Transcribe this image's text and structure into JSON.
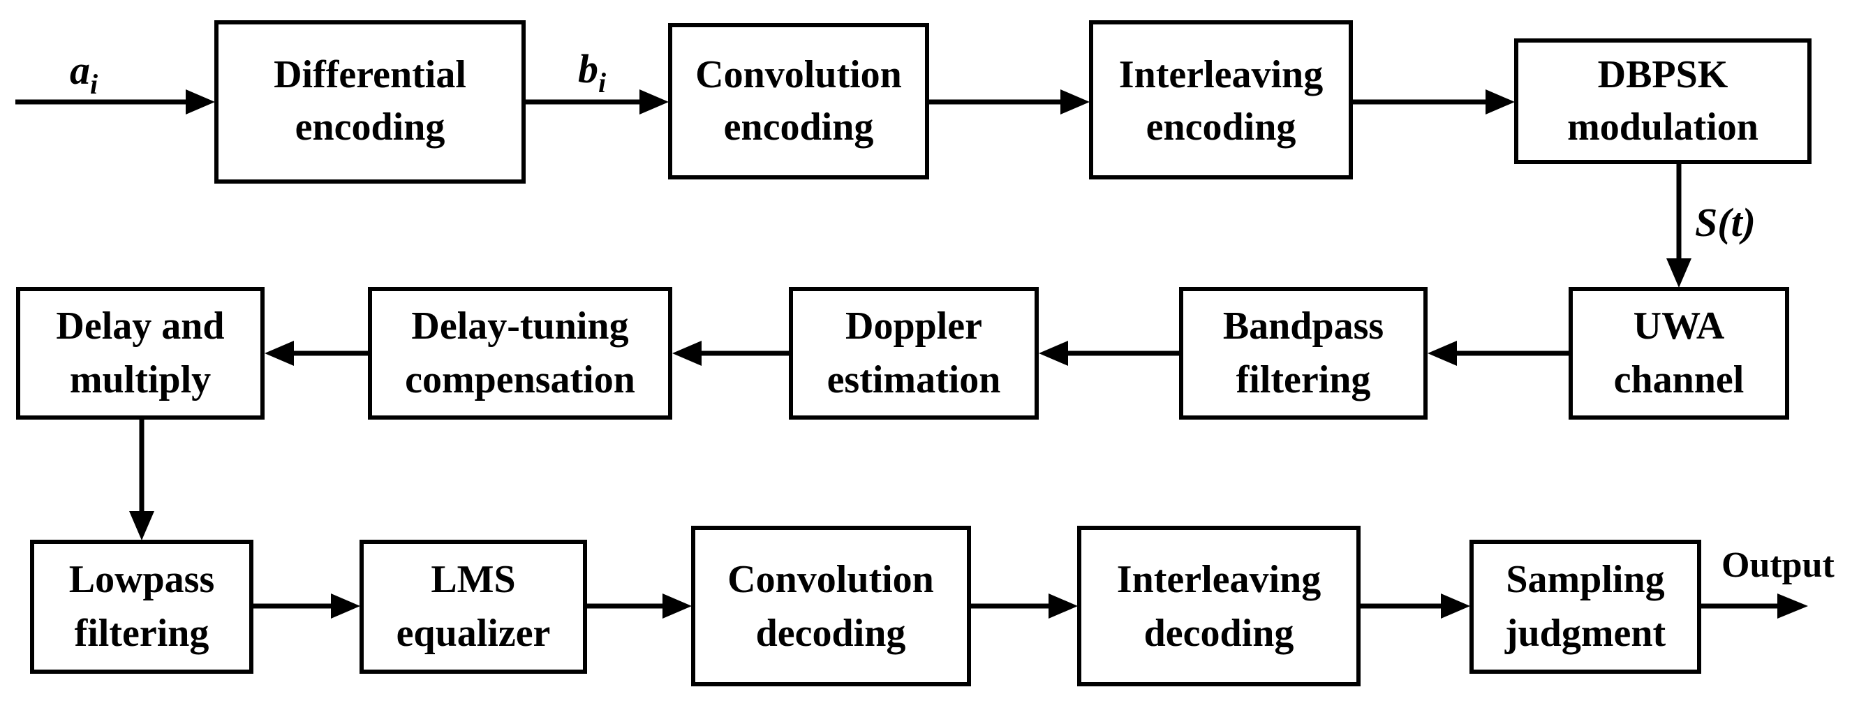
{
  "blocks": {
    "differential_encoding": [
      "Differential",
      "encoding"
    ],
    "convolution_encoding": [
      "Convolution",
      "encoding"
    ],
    "interleaving_encoding": [
      "Interleaving",
      "encoding"
    ],
    "dbpsk_modulation": [
      "DBPSK",
      "modulation"
    ],
    "uwa_channel": [
      "UWA",
      "channel"
    ],
    "bandpass_filtering": [
      "Bandpass",
      "filtering"
    ],
    "doppler_estimation": [
      "Doppler",
      "estimation"
    ],
    "delay_tuning_compensation": [
      "Delay-tuning",
      "compensation"
    ],
    "delay_and_multiply": [
      "Delay and",
      "multiply"
    ],
    "lowpass_filtering": [
      "Lowpass",
      "filtering"
    ],
    "lms_equalizer": [
      "LMS",
      "equalizer"
    ],
    "convolution_decoding": [
      "Convolution",
      "decoding"
    ],
    "interleaving_decoding": [
      "Interleaving",
      "decoding"
    ],
    "sampling_judgment": [
      "Sampling",
      "judgment"
    ]
  },
  "signals": {
    "input": {
      "base": "a",
      "sub": "i"
    },
    "differential_out": {
      "base": "b",
      "sub": "i"
    },
    "modulated": {
      "text": "S(t)"
    },
    "output": "Output"
  }
}
